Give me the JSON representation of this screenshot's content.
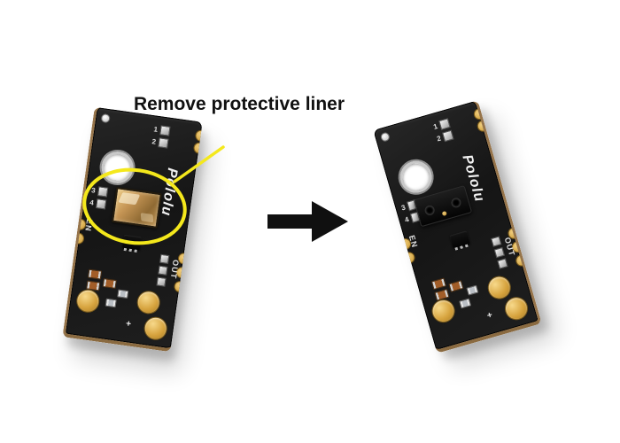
{
  "annotation": {
    "label": "Remove protective liner"
  },
  "board": {
    "brand": "Pololu",
    "pin_labels": [
      "1",
      "2",
      "3",
      "4"
    ],
    "enable_label": "EN",
    "out_label": "OUT",
    "plus_label": "+"
  },
  "semantics": {
    "left_board_sensor_state": "protective-liner-on",
    "right_board_sensor_state": "liner-removed",
    "transition": "right-arrow"
  },
  "colors": {
    "background": "#ffffff",
    "board_black": "#191919",
    "highlight_yellow": "#f4e81c",
    "pad_gold": "#d7a43f",
    "liner_tan": "#c49454",
    "arrow_black": "#101010",
    "silkscreen_white": "#e8e8e8"
  }
}
